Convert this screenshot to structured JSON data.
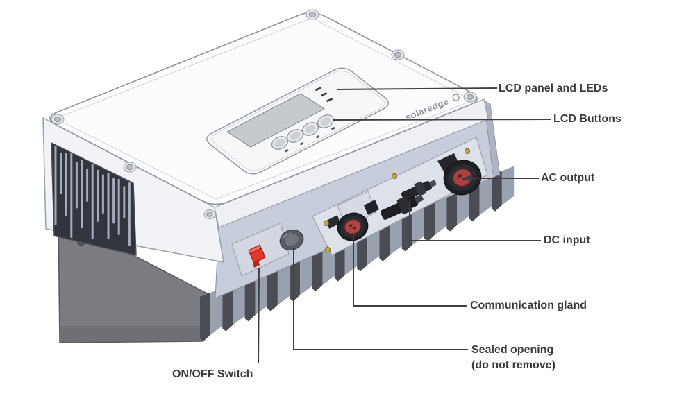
{
  "diagram": {
    "brand": "solaredge",
    "callouts": [
      {
        "id": "lcd-panel",
        "label": "LCD panel and LEDs"
      },
      {
        "id": "lcd-buttons",
        "label": "LCD Buttons"
      },
      {
        "id": "ac-output",
        "label": "AC output"
      },
      {
        "id": "dc-input",
        "label": "DC input"
      },
      {
        "id": "communication-gland",
        "label": "Communication gland"
      },
      {
        "id": "sealed-opening",
        "label": "Sealed opening",
        "label_line2": "(do not remove)"
      },
      {
        "id": "on-off-switch",
        "label": "ON/OFF Switch"
      }
    ],
    "colors": {
      "label_text": "#3b3b3b",
      "leader_line": "#3f3f3f",
      "switch_red": "#e5352b",
      "gland_cap_red": "#ad4543",
      "cover_white": "#fbfcfd",
      "body_gray": "#c7cdda",
      "heatsink_dark": "#4b4d55"
    }
  }
}
